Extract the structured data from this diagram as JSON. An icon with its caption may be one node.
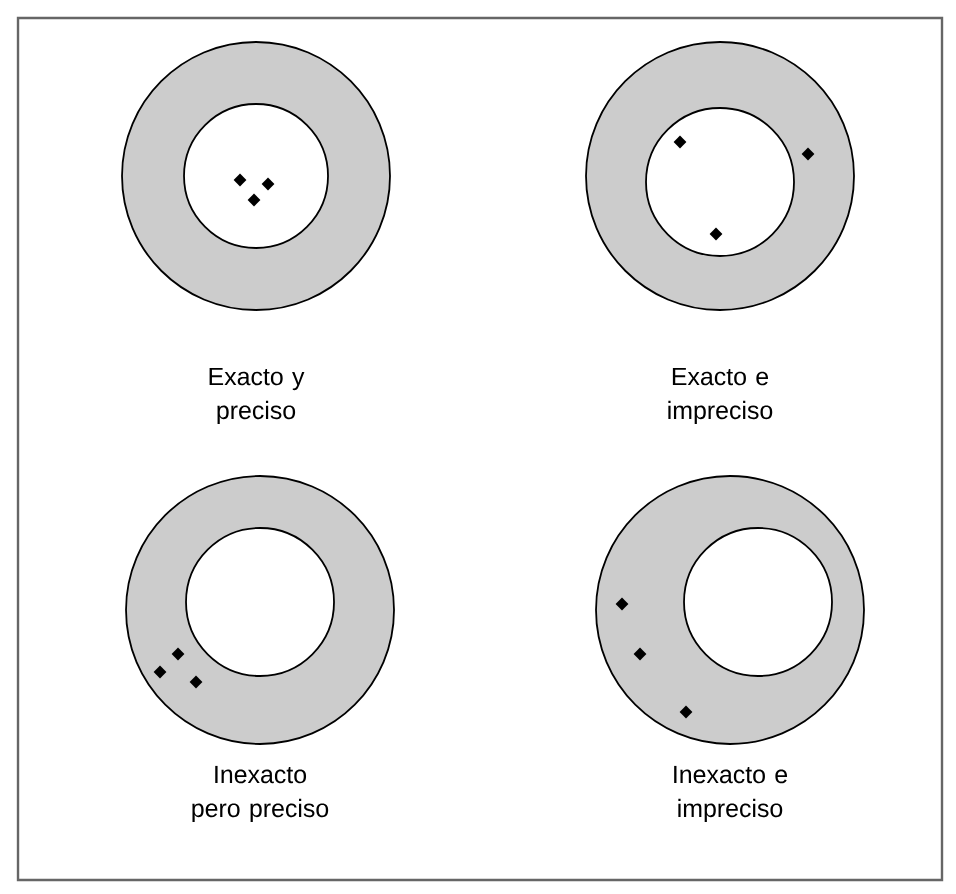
{
  "diagram": {
    "nodes": [
      {
        "text": [],
        "shape": "circle",
        "beside": [
          "Exacto y preciso"
        ]
      },
      {
        "text": [],
        "shape": "circle",
        "beside": [
          "Exacto e impreciso"
        ]
      },
      {
        "text": [],
        "shape": "circle",
        "beside": [
          "Inexacto pero preciso"
        ]
      },
      {
        "text": [],
        "shape": "circle",
        "beside": [
          "Inexacto e impreciso"
        ]
      }
    ]
  }
}
